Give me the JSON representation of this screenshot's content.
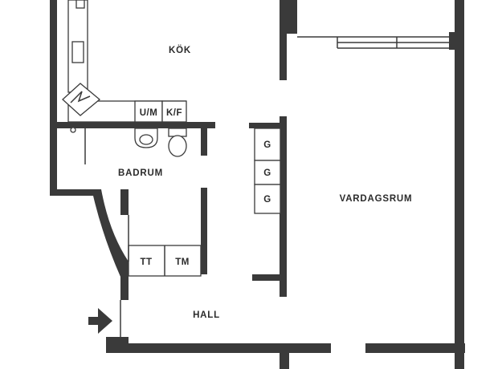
{
  "rooms": {
    "kitchen": "KÖK",
    "bathroom": "BADRUM",
    "living_room": "VARDAGSRUM",
    "hall": "HALL"
  },
  "appliances": {
    "dishwasher": "U/M",
    "fridge_freezer": "K/F",
    "wardrobes": [
      "G",
      "G",
      "G"
    ],
    "dryer": "TT",
    "washer": "TM"
  },
  "icons": {
    "entrance": "arrow-right-icon",
    "stove": "lightning-icon"
  },
  "colors": {
    "wall": "#3a3a3a",
    "background": "#ffffff"
  }
}
